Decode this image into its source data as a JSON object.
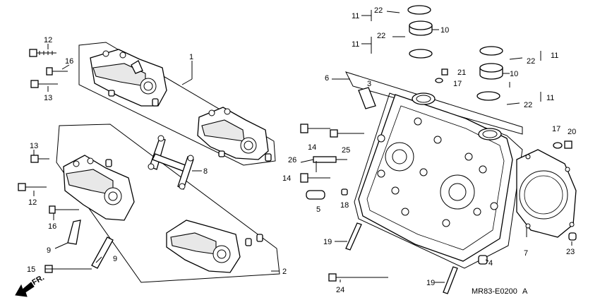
{
  "callouts": [
    "1",
    "2",
    "3",
    "4",
    "5",
    "6",
    "7",
    "8",
    "9",
    "9",
    "10",
    "10",
    "11",
    "11",
    "11",
    "11",
    "12",
    "12",
    "13",
    "13",
    "14",
    "14",
    "15",
    "16",
    "16",
    "17",
    "17",
    "18",
    "19",
    "19",
    "20",
    "21",
    "22",
    "22",
    "22",
    "22",
    "23",
    "24",
    "25",
    "26"
  ],
  "direction_label": "FR.",
  "drawing_code": "MR83-E0200",
  "drawing_code_suffix": "A"
}
